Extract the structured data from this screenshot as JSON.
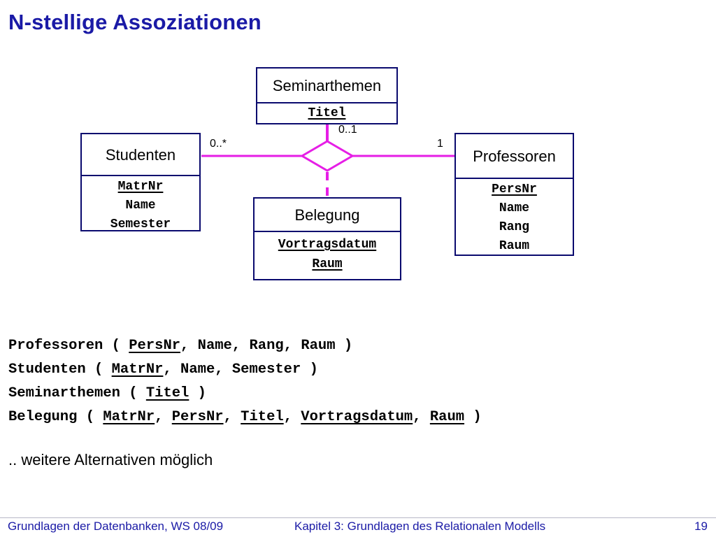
{
  "title": "N-stellige Assoziationen",
  "colors": {
    "title": "#1a1aa6",
    "connector": "#e61ee6",
    "box_border": "#0a0a6e"
  },
  "diagram": {
    "entities": {
      "seminarthemen": {
        "name": "Seminarthemen",
        "attributes": [
          {
            "text": "Titel",
            "key": true
          }
        ]
      },
      "studenten": {
        "name": "Studenten",
        "attributes": [
          {
            "text": "MatrNr",
            "key": true
          },
          {
            "text": "Name",
            "key": false
          },
          {
            "text": "Semester",
            "key": false
          }
        ]
      },
      "professoren": {
        "name": "Professoren",
        "attributes": [
          {
            "text": "PersNr",
            "key": true
          },
          {
            "text": "Name",
            "key": false
          },
          {
            "text": "Rang",
            "key": false
          },
          {
            "text": "Raum",
            "key": false
          }
        ]
      },
      "belegung": {
        "name": "Belegung",
        "attributes": [
          {
            "text": "Vortragsdatum",
            "key": true
          },
          {
            "text": "Raum",
            "key": true
          }
        ]
      }
    },
    "multiplicities": {
      "studenten": "0..*",
      "seminarthemen": "0..1",
      "professoren": "1"
    }
  },
  "relations": [
    {
      "name": "Professoren",
      "attributes": [
        {
          "text": "PersNr",
          "key": true
        },
        {
          "text": "Name",
          "key": false
        },
        {
          "text": "Rang",
          "key": false
        },
        {
          "text": "Raum",
          "key": false
        }
      ]
    },
    {
      "name": "Studenten",
      "attributes": [
        {
          "text": "MatrNr",
          "key": true
        },
        {
          "text": "Name",
          "key": false
        },
        {
          "text": "Semester",
          "key": false
        }
      ]
    },
    {
      "name": "Seminarthemen",
      "attributes": [
        {
          "text": "Titel",
          "key": true
        }
      ]
    },
    {
      "name": "Belegung",
      "attributes": [
        {
          "text": "MatrNr",
          "key": true
        },
        {
          "text": "PersNr",
          "key": true
        },
        {
          "text": "Titel",
          "key": true
        },
        {
          "text": "Vortragsdatum",
          "key": true
        },
        {
          "text": "Raum",
          "key": true
        }
      ]
    }
  ],
  "note": ".. weitere Alternativen möglich",
  "footer": {
    "left": "Grundlagen der Datenbanken, WS 08/09",
    "center": "Kapitel 3: Grundlagen des Relationalen Modells",
    "page": "19"
  }
}
